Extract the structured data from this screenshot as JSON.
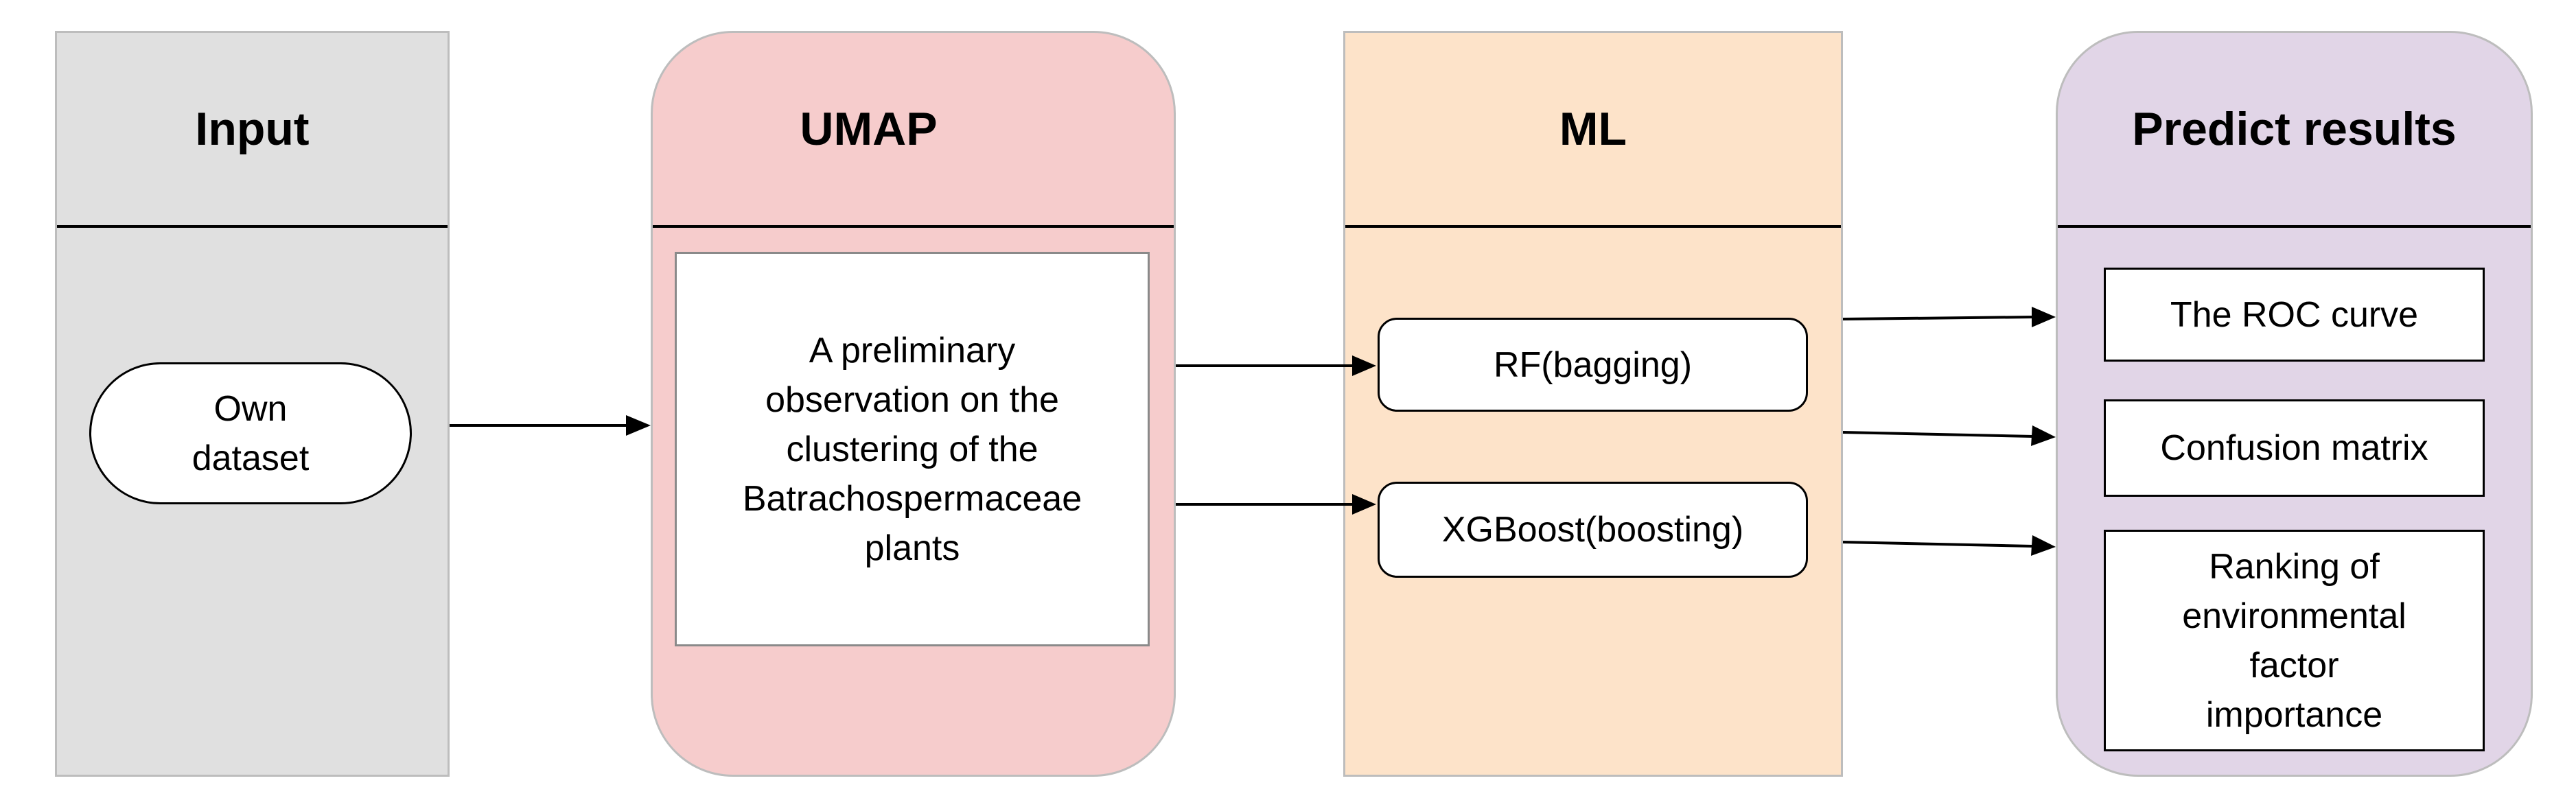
{
  "panels": {
    "input": {
      "title": "Input",
      "fill": "#e0e0e0"
    },
    "umap": {
      "title": "UMAP",
      "fill": "#f6cccc"
    },
    "ml": {
      "title": "ML",
      "fill": "#fde3c9"
    },
    "predict": {
      "title": "Predict results",
      "fill": "#e1d5e7"
    }
  },
  "nodes": {
    "own_dataset": "Own\ndataset",
    "umap_observation": "A preliminary\nobservation  on the\nclustering of the\nBatrachospermaceae\nplants",
    "rf": "RF(bagging)",
    "xgboost": "XGBoost(boosting)",
    "roc": "The ROC  curve",
    "confusion": "Confusion  matrix",
    "ranking": "Ranking of\nenvironmental\nfactor\nimportance"
  },
  "colors": {
    "stroke": "#000000",
    "panel_border": "#bdbdbd"
  }
}
